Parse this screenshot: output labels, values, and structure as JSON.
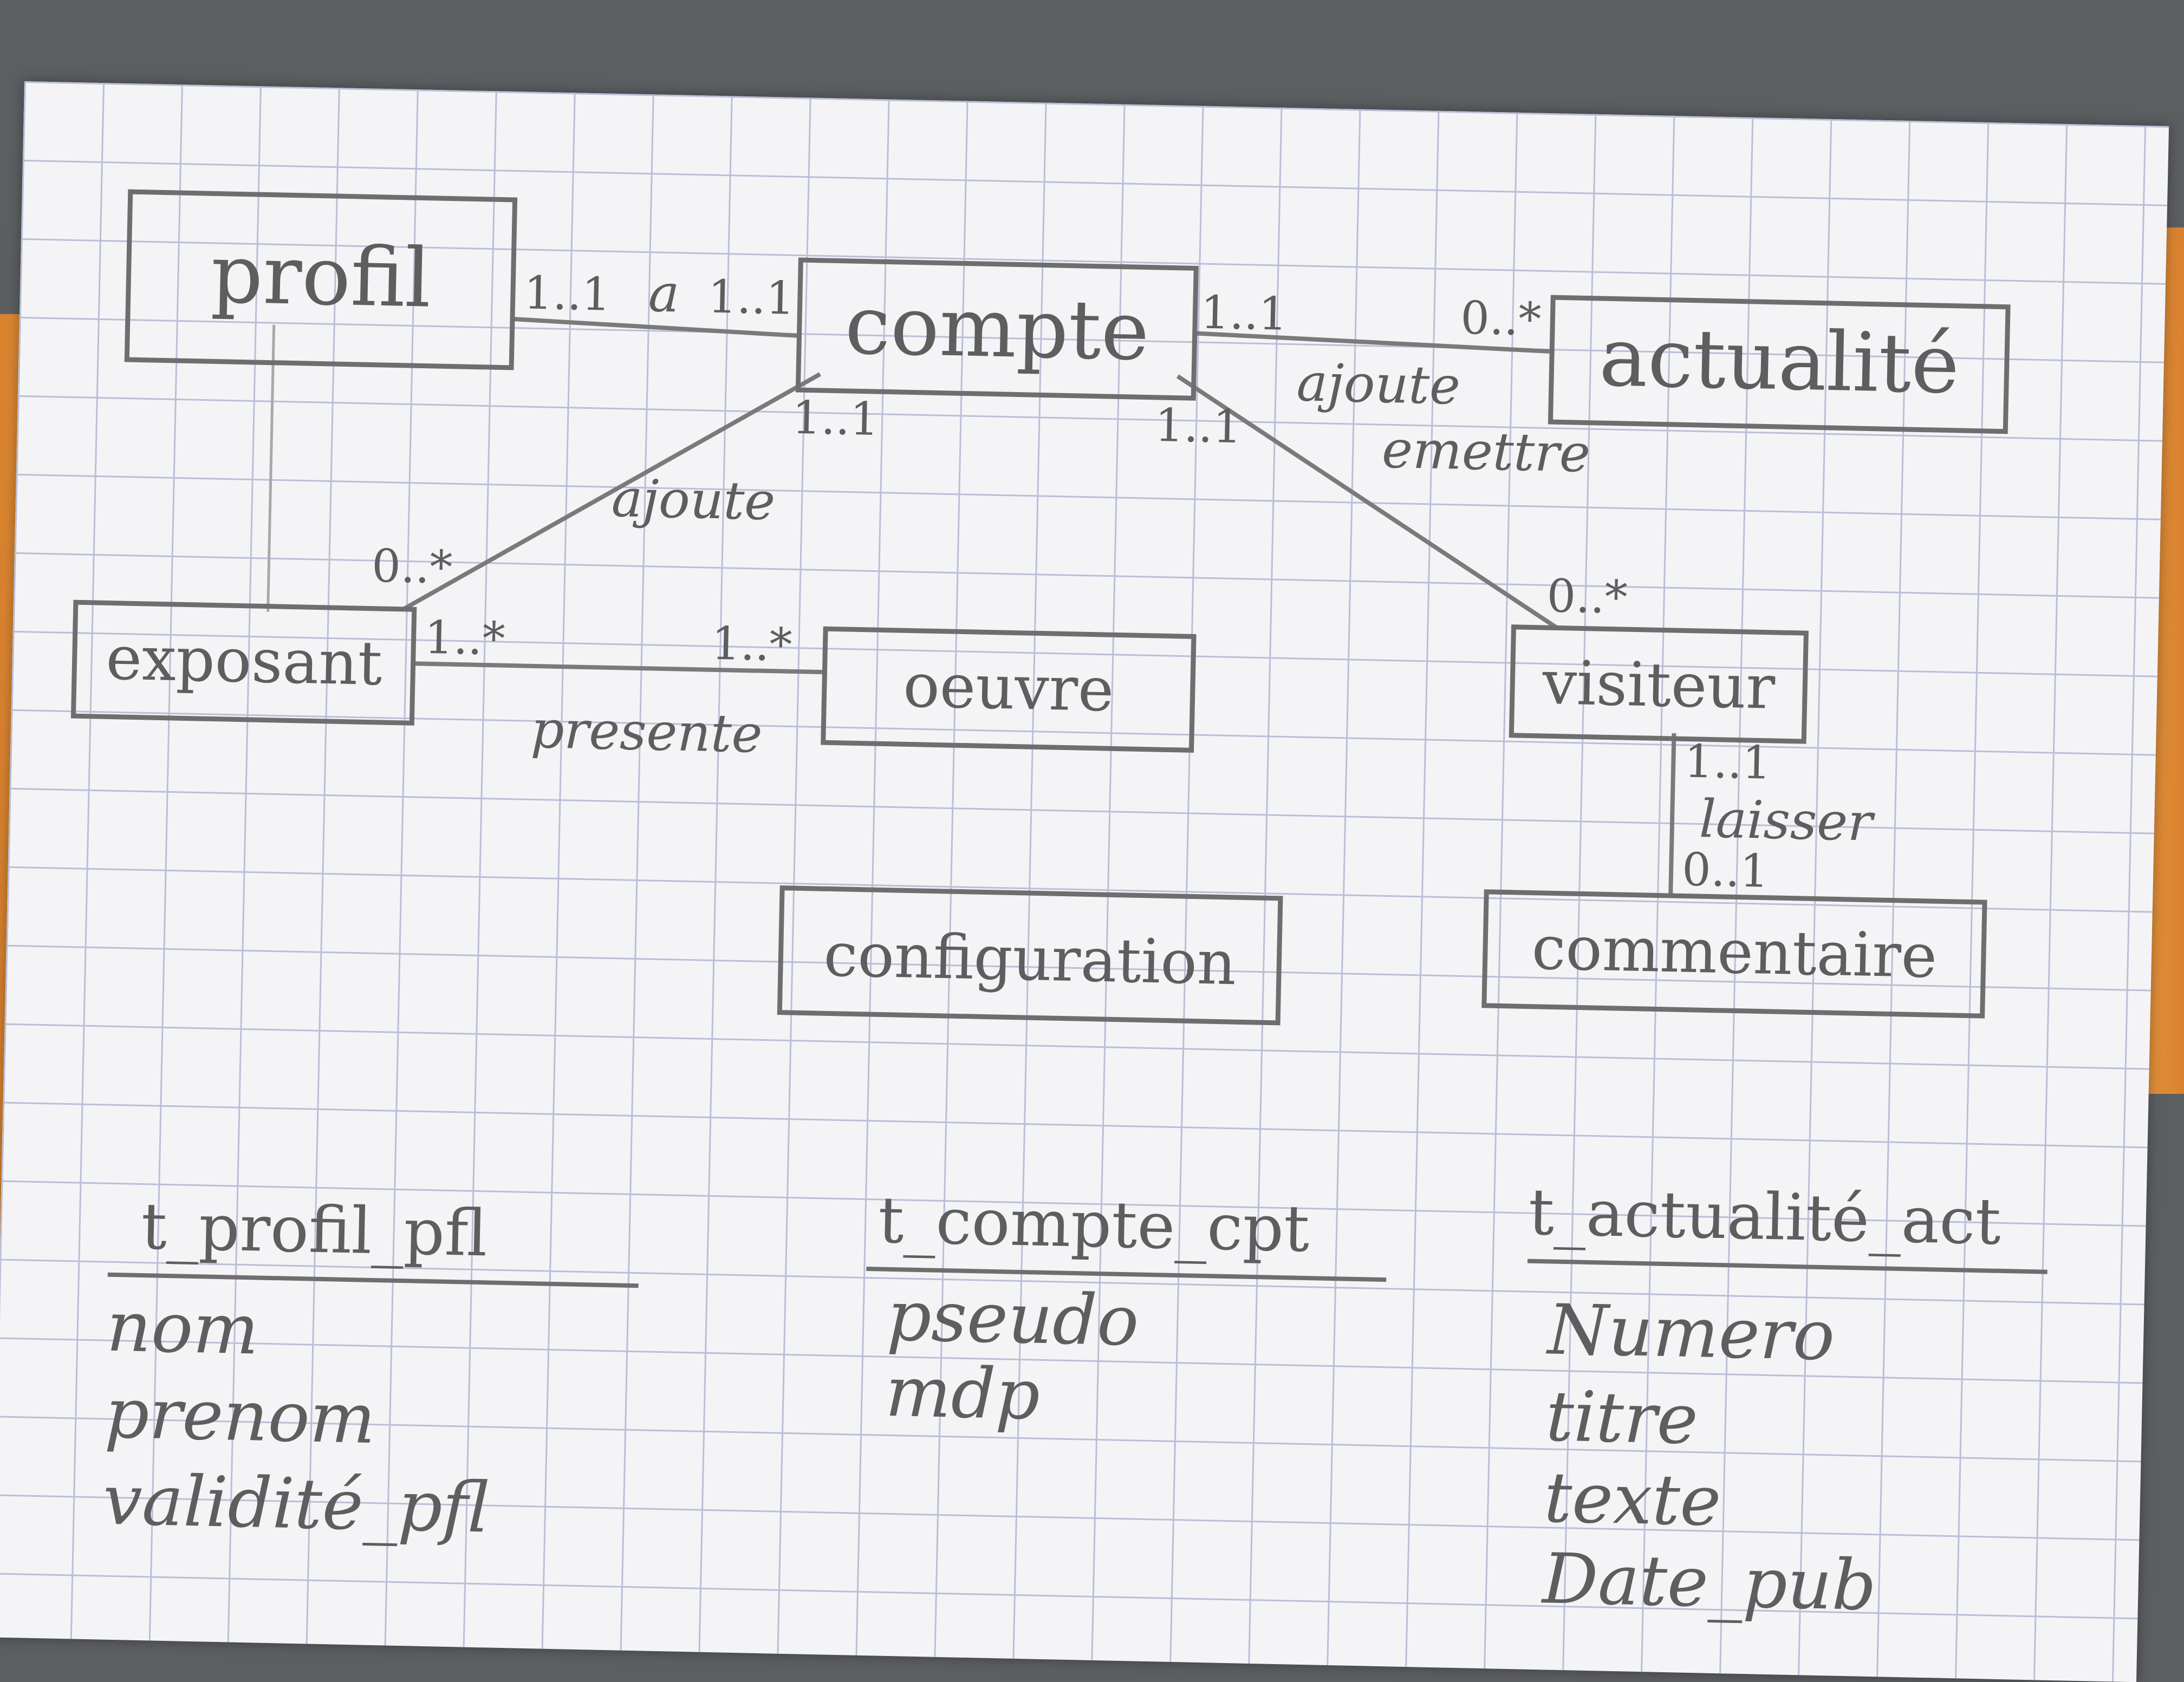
{
  "classes": {
    "profil": "profil",
    "compte": "compte",
    "actualite": "actualité",
    "exposant": "exposant",
    "oeuvre": "oeuvre",
    "visiteur": "visiteur",
    "configuration": "configuration",
    "commentaire": "commentaire"
  },
  "relations": {
    "profil_compte": {
      "label": "a",
      "mult_profil": "1..1",
      "mult_compte": "1..1"
    },
    "compte_actualite": {
      "label": "ajoute",
      "mult_compte": "1..1",
      "mult_actualite": "0..*"
    },
    "compte_exposant": {
      "label": "ajoute",
      "mult_compte": "1..1",
      "mult_exposant": "0..*"
    },
    "compte_visiteur": {
      "label": "emettre",
      "mult_compte": "1..1",
      "mult_visiteur": "0..*"
    },
    "exposant_oeuvre": {
      "label": "presente",
      "mult_exposant": "1..*",
      "mult_oeuvre": "1..*"
    },
    "visiteur_commentaire": {
      "label": "laisser",
      "mult_visiteur": "1..1",
      "mult_commentaire": "0..1"
    }
  },
  "tables": [
    {
      "name": "t_profil_pfl",
      "attributes": [
        "nom",
        "prenom",
        "validité_pfl"
      ]
    },
    {
      "name": "t_compte_cpt",
      "attributes": [
        "pseudo",
        "mdp"
      ]
    },
    {
      "name": "t_actualité_act",
      "attributes": [
        "Numero",
        "titre",
        "texte",
        "Date_pub"
      ]
    }
  ],
  "colors": {
    "pencil": "#5e5e5e",
    "grid": "#b9bfd6",
    "paper": "#f4f4f7",
    "folder": "#e08c38"
  }
}
